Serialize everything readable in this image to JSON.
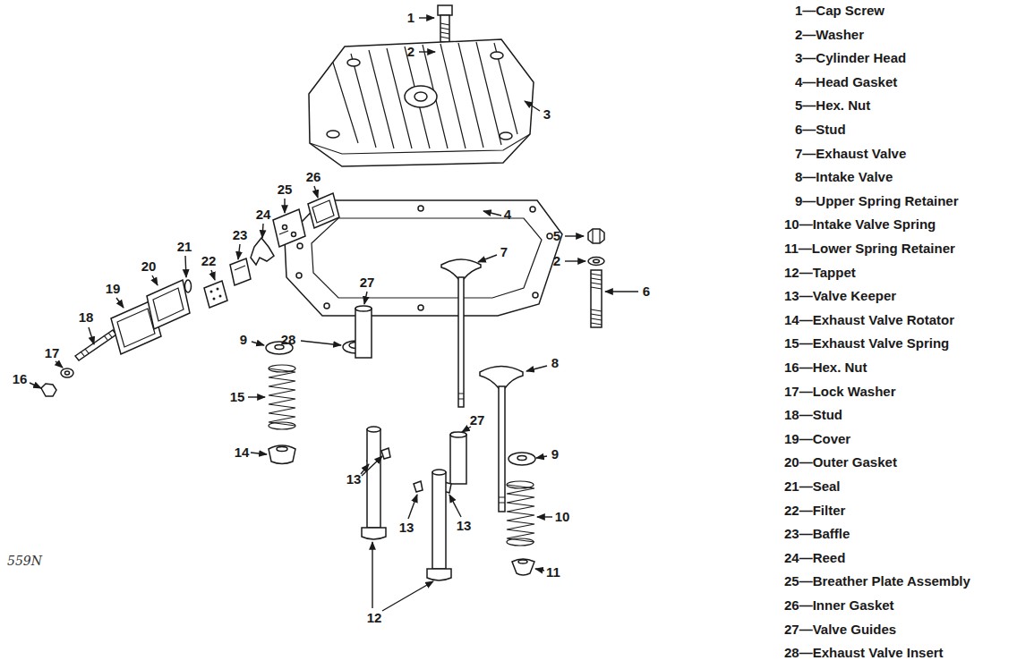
{
  "diagram": {
    "labels": [
      "1",
      "2",
      "3",
      "4",
      "5",
      "2",
      "6",
      "28",
      "7",
      "27",
      "8",
      "27",
      "9",
      "15",
      "14",
      "13",
      "13",
      "13",
      "12",
      "9",
      "10",
      "11",
      "16",
      "17",
      "18",
      "19",
      "20",
      "21",
      "22",
      "23",
      "24",
      "25",
      "26",
      "1—Cap Screw",
      "2—Washer",
      "3—Cylinder Head",
      "4—Head Gasket",
      "5—Hex. Nut",
      "6—Stud",
      "7—Exhaust Valve",
      "8—Intake Valve",
      "9—Upper Spring Retainer",
      "10—Intake Valve Spring",
      "11—Lower Spring Retainer",
      "12—Tappet",
      "13—Valve Keeper",
      "14—Exhaust Valve Rotator",
      "15—Exhaust Valve Spring",
      "16—Hex. Nut",
      "17—Lock Washer",
      "18—Stud",
      "19—Cover",
      "20—Outer Gasket",
      "21—Seal",
      "22—Filter",
      "23—Baffle",
      "24—Reed",
      "25—Breather Plate Assembly",
      "26—Inner Gasket",
      "27—Valve Guides",
      "28—Exhaust Valve Insert",
      "559N"
    ]
  }
}
